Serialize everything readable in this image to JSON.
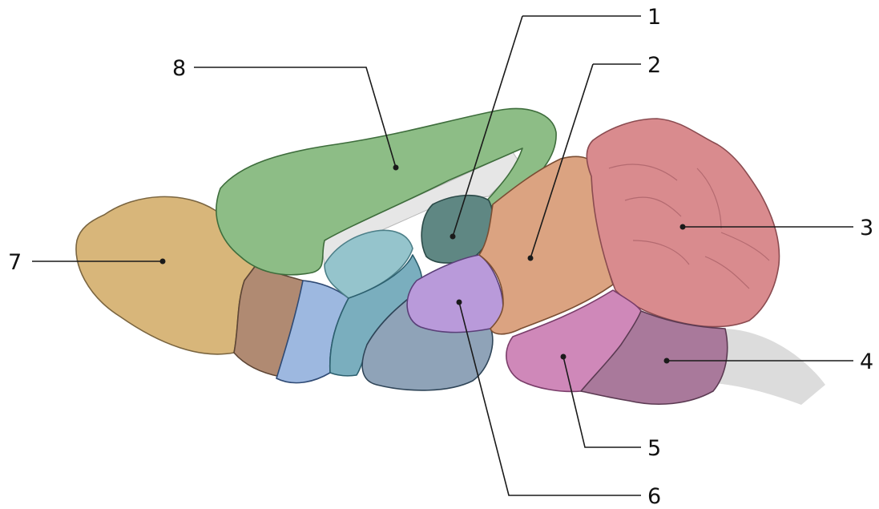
{
  "labels": {
    "l1": "1",
    "l2": "2",
    "l3": "3",
    "l4": "4",
    "l5": "5",
    "l6": "6",
    "l7": "7",
    "l8": "8"
  },
  "colors": {
    "olfactory_bulb": "#d8b67a",
    "tan_region": "#b08a72",
    "blue_region": "#9db8e0",
    "teal_region": "#7aaebe",
    "light_teal_region": "#95c4cc",
    "slate_region": "#8fa3b8",
    "dark_teal_region": "#5f8783",
    "lavender_region": "#b99ada",
    "cortex_green": "#8dbd86",
    "peach_region": "#dba381",
    "cerebellum_pink": "#d98b8e",
    "pink_region": "#cf88b9",
    "mauve_region": "#a9799b",
    "spinal_gray": "#dcdcdc",
    "ventricle_gray": "#e6e6e6"
  }
}
